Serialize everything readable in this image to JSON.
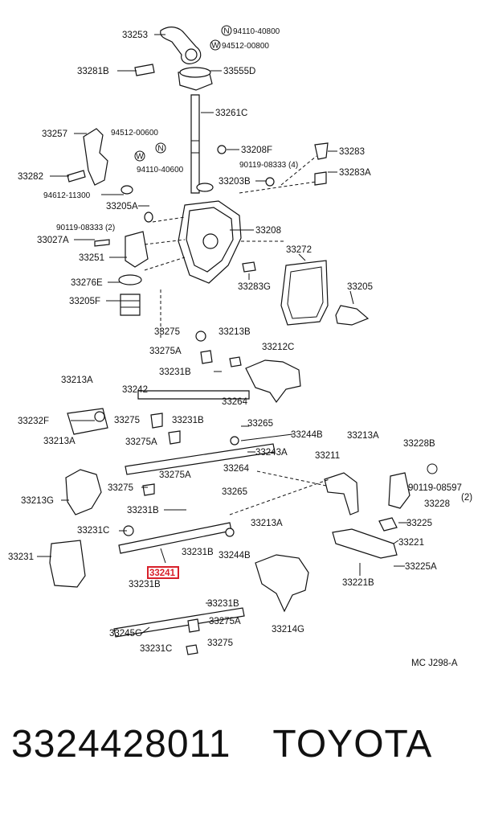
{
  "labels": {
    "l33253": "33253",
    "l94110a": "94110-40800",
    "l94512a": "94512-00800",
    "l33281B": "33281B",
    "l33555D": "33555D",
    "l33261C": "33261C",
    "l33257": "33257",
    "l94512b": "94512-00600",
    "l94110b": "94110-40600",
    "l33208F": "33208F",
    "l33283": "33283",
    "l90119a": "90119-08333 (4)",
    "l33283A": "33283A",
    "l33282": "33282",
    "l33203B": "33203B",
    "l94612": "94612-11300",
    "l33205A": "33205A",
    "l90119b": "90119-08333 (2)",
    "l33208": "33208",
    "l33027A": "33027A",
    "l33272": "33272",
    "l33251": "33251",
    "l33276E": "33276E",
    "l33283G": "33283G",
    "l33205": "33205",
    "l33205F": "33205F",
    "l33275a": "33275",
    "l33213Ba": "33213B",
    "l33275Aa": "33275A",
    "l33212C": "33212C",
    "l33231Ba": "33231B",
    "l33213Aa": "33213A",
    "l33242": "33242",
    "l33264a": "33264",
    "l33232F": "33232F",
    "l33275b": "33275",
    "l33231Bb": "33231B",
    "l33265a": "33265",
    "l33244Ba": "33244B",
    "l33213Ab": "33213A",
    "l33275Ab": "33275A",
    "l33213Ac": "33213A",
    "l33228B": "33228B",
    "l33243A": "33243A",
    "l33211": "33211",
    "l33275Ac": "33275A",
    "l33264b": "33264",
    "l90119c": "90119-08597",
    "l90119c2": "(2)",
    "l33213G": "33213G",
    "l33275c": "33275",
    "l33265b": "33265",
    "l33228": "33228",
    "l33231Bc": "33231B",
    "l33213Ad": "33213A",
    "l33225": "33225",
    "l33231C": "33231C",
    "l33221": "33221",
    "l33231": "33231",
    "l33231Bd": "33231B",
    "l33244Bb": "33244B",
    "l33225A": "33225A",
    "l33231Be": "33231B",
    "l33221B": "33221B",
    "l33231Bf": "33231B",
    "l33275Ad": "33275A",
    "l33214G": "33214G",
    "l33245G": "33245G",
    "l33231Cb": "33231C",
    "l33275d": "33275",
    "mc": "MC J298-A"
  },
  "highlight": {
    "part_number": "33241",
    "color": "#d8202a"
  },
  "symbols": {
    "n": "N",
    "w": "W"
  },
  "caption": {
    "part_number": "3324428011",
    "brand": "TOYOTA"
  }
}
